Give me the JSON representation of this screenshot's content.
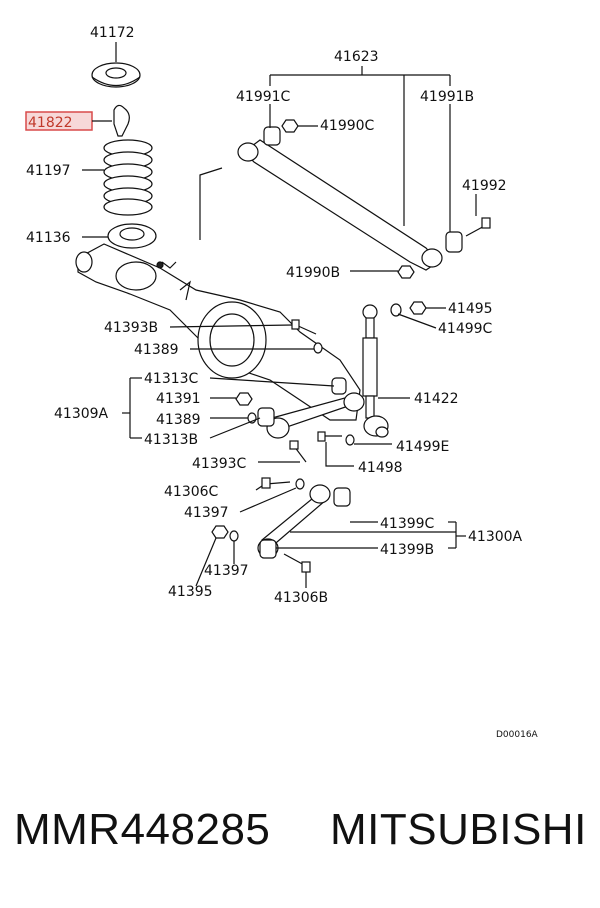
{
  "labels": {
    "l41172": "41172",
    "l41822": "41822",
    "l41197": "41197",
    "l41136": "41136",
    "l41623": "41623",
    "l41991C": "41991C",
    "l41991B": "41991B",
    "l41990C": "41990C",
    "l41992": "41992",
    "l41990B": "41990B",
    "l41495": "41495",
    "l41499C": "41499C",
    "l41393B": "41393B",
    "l41389a": "41389",
    "l41313C": "41313C",
    "l41422": "41422",
    "l41309A": "41309A",
    "l41391": "41391",
    "l41389b": "41389",
    "l41313B": "41313B",
    "l41499E": "41499E",
    "l41393C": "41393C",
    "l41498": "41498",
    "l41306C": "41306C",
    "l41397a": "41397",
    "l41399C": "41399C",
    "l41300A": "41300A",
    "l41399B": "41399B",
    "l41397b": "41397",
    "l41395": "41395",
    "l41306B": "41306B",
    "drawing_code": "D00016A"
  },
  "highlight_color": "#d94a4a",
  "footer": {
    "part_number": "MMR448285",
    "brand": "MITSUBISHI"
  }
}
